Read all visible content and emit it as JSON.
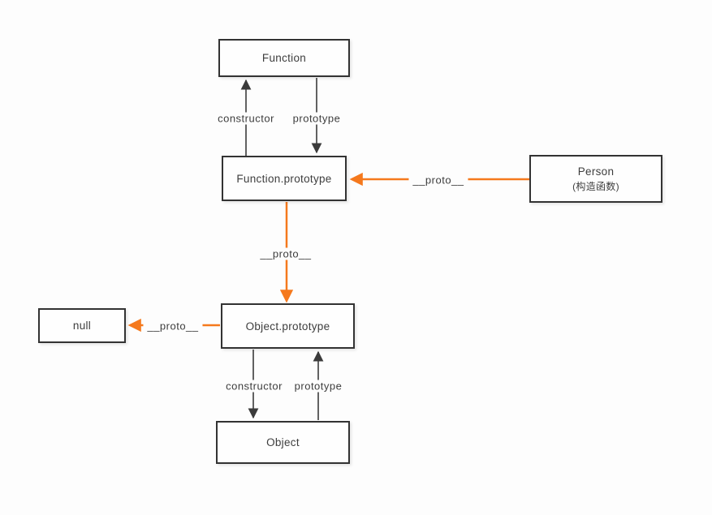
{
  "diagram": {
    "description": "JavaScript prototype chain diagram",
    "nodes": {
      "function": {
        "label": "Function"
      },
      "function_prototype": {
        "label": "Function.prototype"
      },
      "person": {
        "label": "Person",
        "sublabel": "(构造函数)"
      },
      "object_prototype": {
        "label": "Object.prototype"
      },
      "null_node": {
        "label": "null"
      },
      "object": {
        "label": "Object"
      }
    },
    "edge_labels": {
      "constructor_top": "constructor",
      "prototype_top": "prototype",
      "proto_person": "__proto__",
      "proto_middle": "__proto__",
      "proto_null": "__proto__",
      "constructor_bottom": "constructor",
      "prototype_bottom": "prototype"
    },
    "colors": {
      "background": "#fdfdfd",
      "box_border": "#333333",
      "text": "#3d3d3d",
      "arrow_black": "#3b3b3b",
      "arrow_orange": "#f5791d"
    }
  }
}
